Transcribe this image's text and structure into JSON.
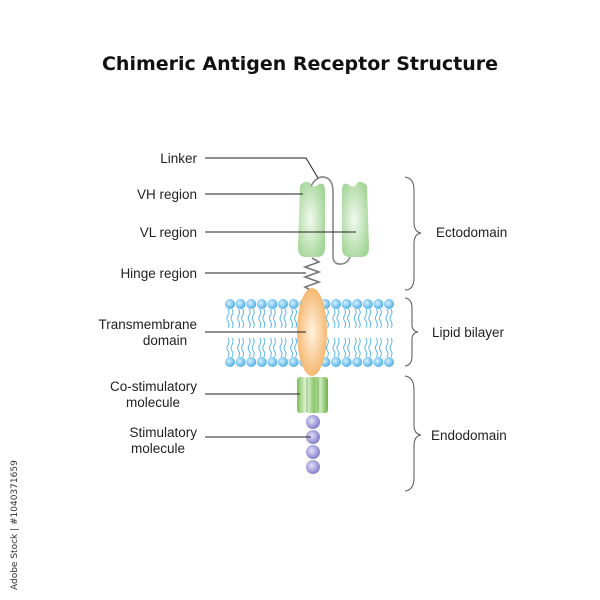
{
  "title": "Chimeric Antigen Receptor Structure",
  "labels_left": {
    "linker": "Linker",
    "vh": "VH region",
    "vl": "VL region",
    "hinge": "Hinge region",
    "transmembrane": [
      "Transmembrane",
      "domain"
    ],
    "costimulatory": [
      "Co-stimulatory",
      "molecule"
    ],
    "stimulatory": [
      "Stimulatory",
      "molecule"
    ]
  },
  "labels_right": {
    "ectodomain": "Ectodomain",
    "lipid_bilayer": "Lipid bilayer",
    "endodomain": "Endodomain"
  },
  "watermark": "Adobe Stock | #1040371659",
  "colors": {
    "vh_vl": "#a9d9a0",
    "transmembrane": "#f6b86a",
    "costimulatory": "#8cc66a",
    "stimulatory": "#8f89cf",
    "lipid_heads": "#5bb8e8",
    "lines": "#222222"
  }
}
